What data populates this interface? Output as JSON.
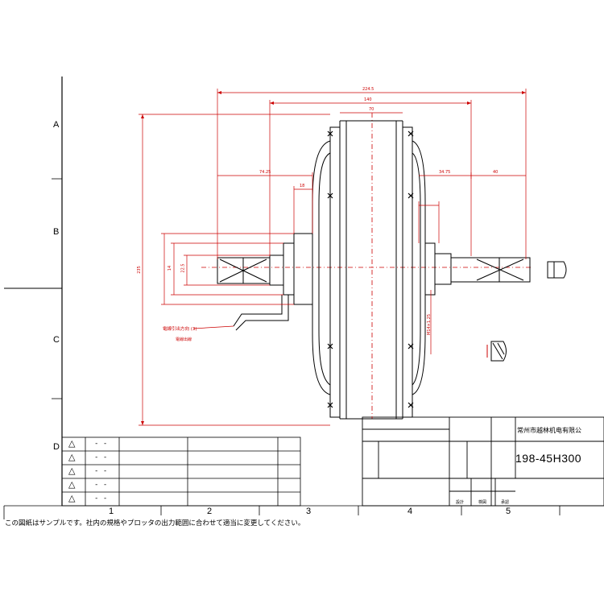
{
  "row_labels": [
    "A",
    "B",
    "C",
    "D"
  ],
  "column_labels": [
    "1",
    "2",
    "3",
    "4",
    "5"
  ],
  "revision_rows": [
    {
      "mark": "△",
      "dash": "- -"
    },
    {
      "mark": "△",
      "dash": "- -"
    },
    {
      "mark": "△",
      "dash": "- -"
    },
    {
      "mark": "△",
      "dash": "- -"
    },
    {
      "mark": "△",
      "dash": "- -"
    }
  ],
  "title_block": {
    "company": "常州市越林机电有限公",
    "model": "198-45H300",
    "sign_labels": [
      "設計",
      "検図",
      "承認"
    ]
  },
  "dimensions": {
    "overall_width": "224.5",
    "hub_width": "140",
    "center_mark": "70",
    "left_offset": "74.25",
    "right_offset": "34.75",
    "right_end": "40",
    "left_small": "18",
    "height_left": "235",
    "d1": "14",
    "d2": "22.5",
    "right_vertical": "M14×1.25"
  },
  "annotations": {
    "cable_note": "電線引出方向 (3)",
    "cable_sub": "電線出線"
  },
  "footer_note": "この図紙はサンプルです。社内の規格やプロッタの出力範囲に合わせて適当に変更してください。",
  "colors": {
    "dimension": "#cc0000",
    "outline": "#000000"
  }
}
